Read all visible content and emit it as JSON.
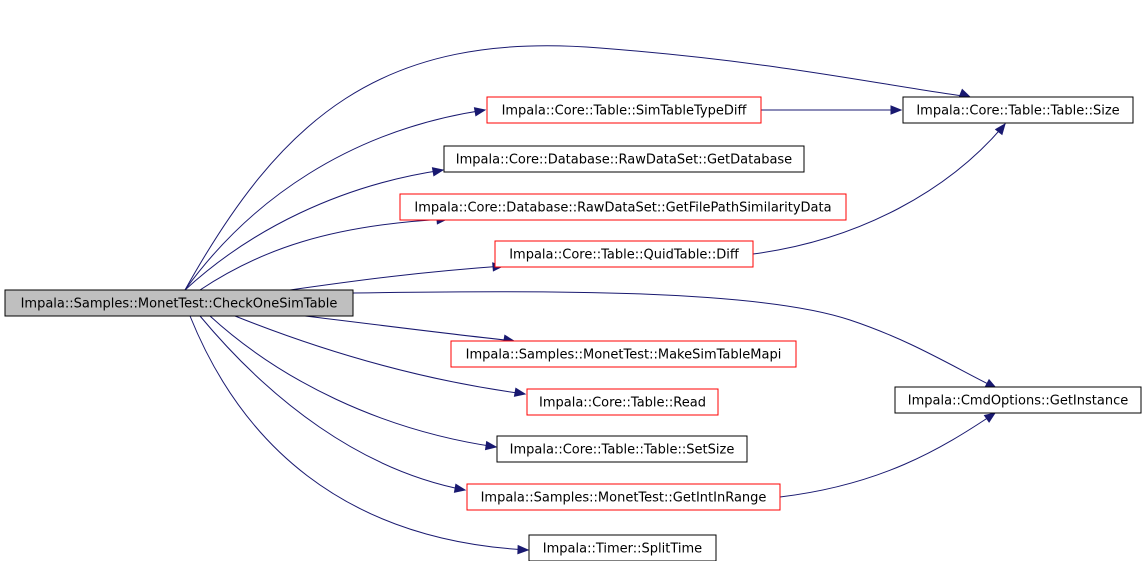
{
  "graph": {
    "colors": {
      "edge": "#191970",
      "root_fill": "#bfbfbf",
      "node_fill": "#ffffff",
      "documented_border": "#000000",
      "undocumented_border": "#ff0000"
    },
    "nodes": [
      {
        "id": "root",
        "label": "Impala::Samples::MonetTest::CheckOneSimTable",
        "style": "root"
      },
      {
        "id": "simtabletypediff",
        "label": "Impala::Core::Table::SimTableTypeDiff",
        "style": "red"
      },
      {
        "id": "tablesize",
        "label": "Impala::Core::Table::Table::Size",
        "style": "black"
      },
      {
        "id": "getdatabase",
        "label": "Impala::Core::Database::RawDataSet::GetDatabase",
        "style": "black"
      },
      {
        "id": "getfilepath",
        "label": "Impala::Core::Database::RawDataSet::GetFilePathSimilarityData",
        "style": "red"
      },
      {
        "id": "quiddiff",
        "label": "Impala::Core::Table::QuidTable::Diff",
        "style": "red"
      },
      {
        "id": "makesimtablemapi",
        "label": "Impala::Samples::MonetTest::MakeSimTableMapi",
        "style": "red"
      },
      {
        "id": "cmdgetinstance",
        "label": "Impala::CmdOptions::GetInstance",
        "style": "black"
      },
      {
        "id": "tableread",
        "label": "Impala::Core::Table::Read",
        "style": "red"
      },
      {
        "id": "setsize",
        "label": "Impala::Core::Table::Table::SetSize",
        "style": "black"
      },
      {
        "id": "getintinrange",
        "label": "Impala::Samples::MonetTest::GetIntInRange",
        "style": "red"
      },
      {
        "id": "splittime",
        "label": "Impala::Timer::SplitTime",
        "style": "black"
      }
    ],
    "edges": [
      {
        "from": "root",
        "to": "tablesize"
      },
      {
        "from": "root",
        "to": "simtabletypediff"
      },
      {
        "from": "root",
        "to": "getdatabase"
      },
      {
        "from": "root",
        "to": "getfilepath"
      },
      {
        "from": "root",
        "to": "quiddiff"
      },
      {
        "from": "root",
        "to": "cmdgetinstance"
      },
      {
        "from": "root",
        "to": "makesimtablemapi"
      },
      {
        "from": "root",
        "to": "tableread"
      },
      {
        "from": "root",
        "to": "setsize"
      },
      {
        "from": "root",
        "to": "getintinrange"
      },
      {
        "from": "root",
        "to": "splittime"
      },
      {
        "from": "simtabletypediff",
        "to": "tablesize"
      },
      {
        "from": "quiddiff",
        "to": "tablesize"
      },
      {
        "from": "getintinrange",
        "to": "cmdgetinstance"
      }
    ]
  }
}
